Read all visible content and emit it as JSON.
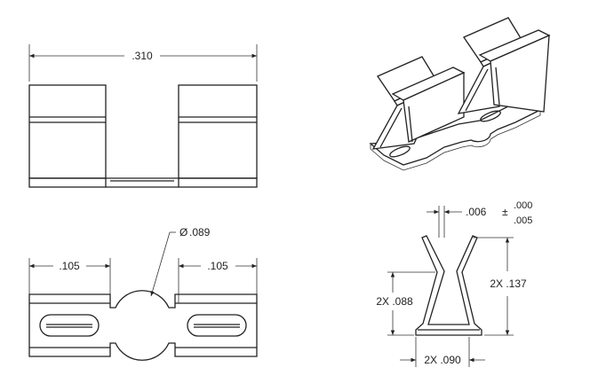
{
  "dimensions": {
    "overall_width": ".310",
    "hole_diameter_symbol": "Ø",
    "hole_diameter": ".089",
    "left_tab_length": ".105",
    "right_tab_length": ".105",
    "thickness": ".006",
    "thickness_tol_symbol": "±",
    "thickness_tol_upper": ".000",
    "thickness_tol_lower": ".005",
    "leg_height_small": "2X .088",
    "leg_height_tall": "2X .137",
    "base_width": "2X .090"
  }
}
